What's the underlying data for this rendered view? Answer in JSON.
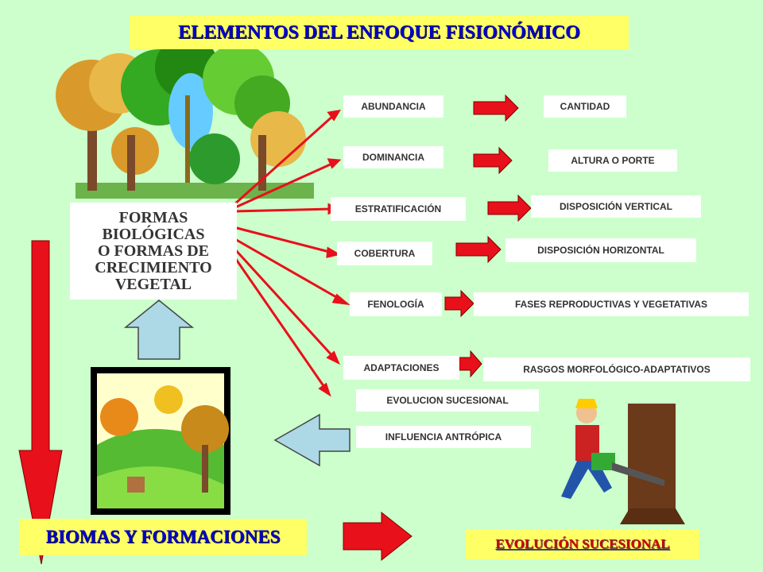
{
  "title": "ELEMENTOS DEL ENFOQUE  FISIONÓMICO",
  "formas_box": [
    "FORMAS",
    "BIOLÓGICAS",
    "O FORMAS DE",
    "CRECIMIENTO",
    "VEGETAL"
  ],
  "elements": [
    {
      "label": "ABUNDANCIA",
      "result": "CANTIDAD"
    },
    {
      "label": "DOMINANCIA",
      "result": "ALTURA O PORTE"
    },
    {
      "label": "ESTRATIFICACIÓN",
      "result": "DISPOSICIÓN VERTICAL"
    },
    {
      "label": "COBERTURA",
      "result": "DISPOSICIÓN HORIZONTAL"
    },
    {
      "label": "FENOLOGÍA",
      "result": "FASES REPRODUCTIVAS Y VEGETATIVAS"
    },
    {
      "label": "ADAPTACIONES",
      "result": "RASGOS MORFOLÓGICO-ADAPTATIVOS"
    }
  ],
  "extra": [
    "EVOLUCION SUCESIONAL",
    "INFLUENCIA ANTRÓPICA"
  ],
  "biomas": "BIOMAS Y FORMACIONES",
  "evolucion": "EVOLUCIÓN SUCESIONAL",
  "colors": {
    "arrow_red": "#e8101a",
    "title_bg": "#ffff66",
    "title_text": "#0000cc",
    "page_bg": "#ccffcc",
    "block_arrow": "#add8e6"
  }
}
